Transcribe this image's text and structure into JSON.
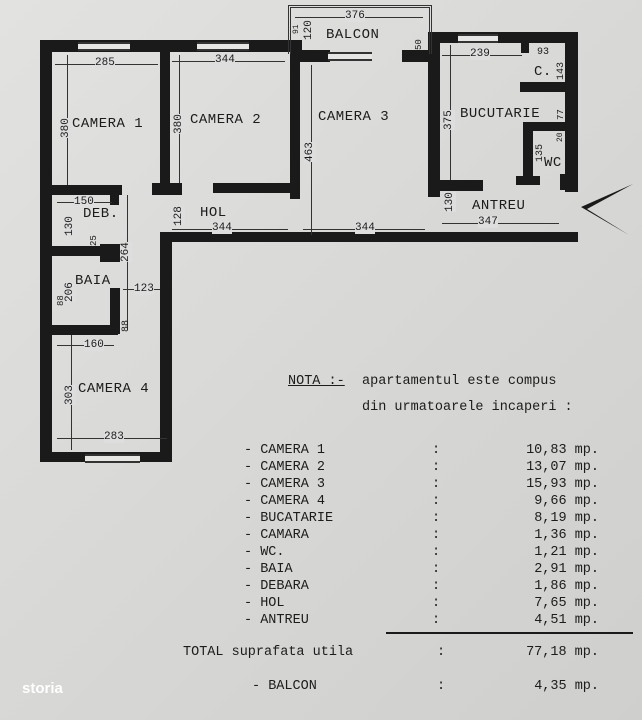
{
  "plan": {
    "rooms": {
      "camera1": "CAMERA 1",
      "camera2": "CAMERA 2",
      "camera3": "CAMERA 3",
      "camera4": "CAMERA 4",
      "balcon": "BALCON",
      "bucatarie": "BUCUTARIE",
      "camara": "C.",
      "wc": "WC",
      "hol": "HOL",
      "antreu": "ANTREU",
      "debara": "DEB.",
      "baia": "BAIA"
    },
    "dimensions": {
      "c1_width": "285",
      "c1_height": "380",
      "c2_width": "344",
      "c2_height": "380",
      "c3_height": "463",
      "c3_bottom": "344",
      "balcon_width": "376",
      "balcon_depth": "120",
      "balcon_left": "91",
      "balcon_right": "50",
      "buc_width": "239",
      "buc_height": "375",
      "camara_width": "93",
      "camara_height": "143",
      "wc_width": "77",
      "wc_height": "135",
      "wc_small": "20",
      "hol_height": "128",
      "hol_width": "344",
      "antreu_height": "130",
      "antreu_width": "347",
      "deb_width": "150",
      "deb_height": "130",
      "deb_small": "25",
      "hall_vertical": "264",
      "baia_height": "206",
      "baia_small": "88",
      "hall_width": "123",
      "hall_small": "88",
      "c4_top": "160",
      "c4_height": "303",
      "c4_width": "283"
    }
  },
  "note": {
    "title": "NOTA :-",
    "line1": "apartamentul este compus",
    "line2": "din urmatoarele incaperi :"
  },
  "areas": [
    {
      "name": "- CAMERA 1",
      "sep": ":",
      "value": "10,83 mp."
    },
    {
      "name": "- CAMERA 2",
      "sep": ":",
      "value": "13,07 mp."
    },
    {
      "name": "- CAMERA 3",
      "sep": ":",
      "value": "15,93 mp."
    },
    {
      "name": "- CAMERA 4",
      "sep": ":",
      "value": "9,66 mp."
    },
    {
      "name": "- BUCATARIE",
      "sep": ":",
      "value": "8,19 mp."
    },
    {
      "name": "- CAMARA",
      "sep": ":",
      "value": "1,36 mp."
    },
    {
      "name": "- WC.",
      "sep": ":",
      "value": "1,21 mp."
    },
    {
      "name": "- BAIA",
      "sep": ":",
      "value": "2,91 mp."
    },
    {
      "name": "- DEBARA",
      "sep": ":",
      "value": "1,86 mp."
    },
    {
      "name": "- HOL",
      "sep": ":",
      "value": "7,65 mp."
    },
    {
      "name": "- ANTREU",
      "sep": ":",
      "value": "4,51 mp."
    }
  ],
  "total": {
    "name": "TOTAL suprafata utila",
    "sep": ":",
    "value": "77,18 mp."
  },
  "balcon": {
    "name": "- BALCON",
    "sep": ":",
    "value": "4,35 mp."
  },
  "watermark": "storia"
}
